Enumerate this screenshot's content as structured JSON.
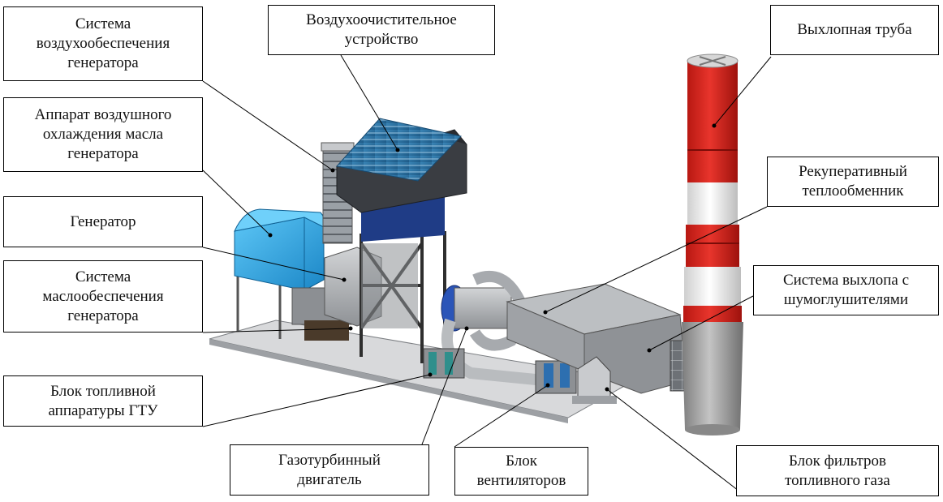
{
  "labels": {
    "generator_air_system": "Система\nвоздухообеспечения\nгенератора",
    "air_cleaner": "Воздухоочистительное\nустройство",
    "exhaust_stack": "Выхлопная труба",
    "generator_oil_cooler": "Аппарат воздушного\nохлаждения масла\nгенератора",
    "recuperative_heat_exchanger": "Рекуперативный\nтеплообменник",
    "generator": "Генератор",
    "exhaust_system_silencers": "Система выхлопа с\nшумоглушителями",
    "generator_oil_system": "Система\nмаслообеспечения\nгенератора",
    "gtu_fuel_block": "Блок топливной\nаппаратуры ГТУ",
    "gas_turbine_engine": "Газотурбинный\nдвигатель",
    "fan_block": "Блок\nвентиляторов",
    "fuel_gas_filter_block": "Блок фильтров\nтопливного газа"
  },
  "colors": {
    "stack_red": "#d8211a",
    "stack_white": "#f2f2f2",
    "stack_grey": "#9a9a9a",
    "generator_blue": "#2fa8e8",
    "air_cleaner_roof": "#2b6f9f",
    "air_cleaner_body": "#3a3d42",
    "steel_grey": "#a9acb0",
    "frame_dark": "#2e2e2e"
  }
}
